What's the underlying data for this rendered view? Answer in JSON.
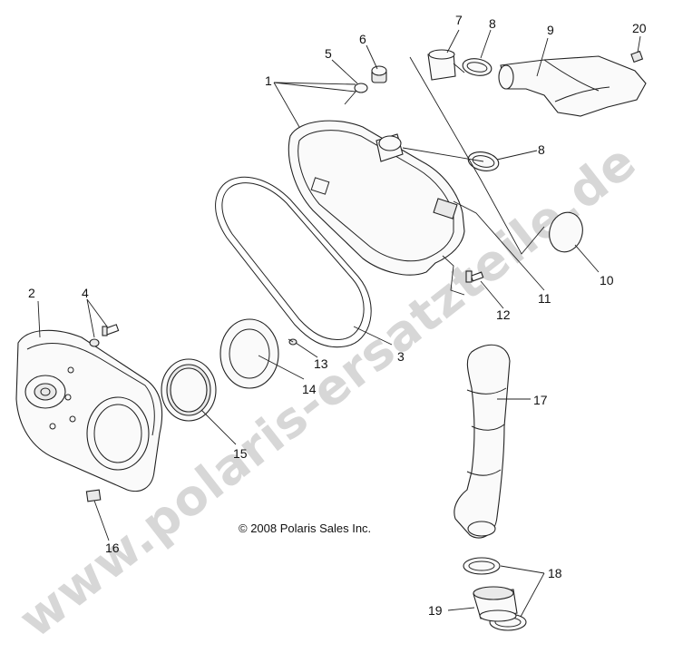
{
  "diagram": {
    "copyright": "© 2008 Polaris Sales Inc.",
    "watermark": "www.polaris-ersatzteile.de",
    "callouts": {
      "c1": "1",
      "c2": "2",
      "c3": "3",
      "c4": "4",
      "c5": "5",
      "c6": "6",
      "c7": "7",
      "c8a": "8",
      "c8b": "8",
      "c9": "9",
      "c10": "10",
      "c11": "11",
      "c12": "12",
      "c13": "13",
      "c14": "14",
      "c15": "15",
      "c16": "16",
      "c17": "17",
      "c18": "18",
      "c19": "19",
      "c20": "20"
    }
  }
}
